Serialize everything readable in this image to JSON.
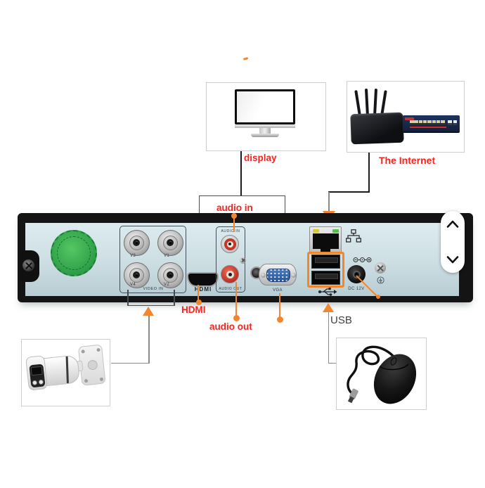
{
  "colors": {
    "label_red": "#f5241d",
    "pointer_orange": "#f0862e",
    "panel_face": "#cddee3",
    "panel_frame": "#141414",
    "vga_blue": "#3e6db4",
    "switch_navy": "#1d335e",
    "line_dark": "#1c1c1c",
    "line_gray": "#8a8a8a",
    "box_border": "#cfcfcf"
  },
  "callouts": {
    "display": "display",
    "internet": "The Internet",
    "audio_in": "audio in",
    "audio_out": "audio out",
    "hdmi": "HDMI",
    "usb": "USB"
  },
  "panel": {
    "video_inputs": [
      "V3",
      "V1",
      "V4",
      "V2"
    ],
    "video_group_caption": "VIDEO IN",
    "hdmi_caption": "HDMI",
    "audio_in_caption": "AUDIO IN",
    "audio_out_caption": "AUDIO OUT",
    "vga_caption": "VGA",
    "dc_caption": "DC 12V"
  }
}
